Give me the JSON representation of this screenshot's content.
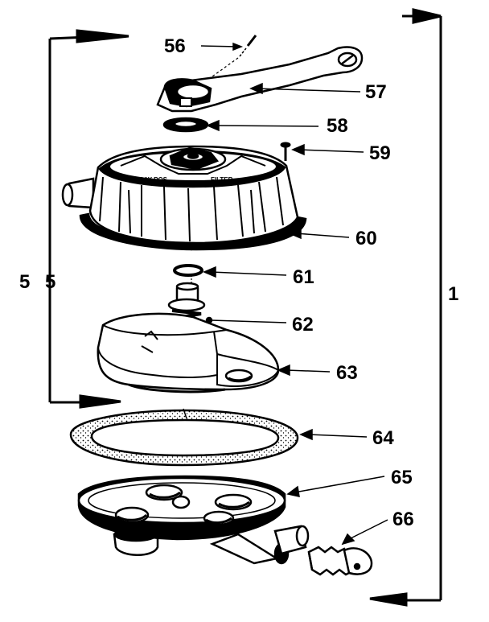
{
  "labels": {
    "p56": "56",
    "p57": "57",
    "p58": "58",
    "p59": "59",
    "p60": "60",
    "p61": "61",
    "p55": "5 5",
    "p1": "1",
    "p62": "62",
    "p63": "63",
    "p64": "64",
    "p65": "65",
    "p66": "66"
  }
}
